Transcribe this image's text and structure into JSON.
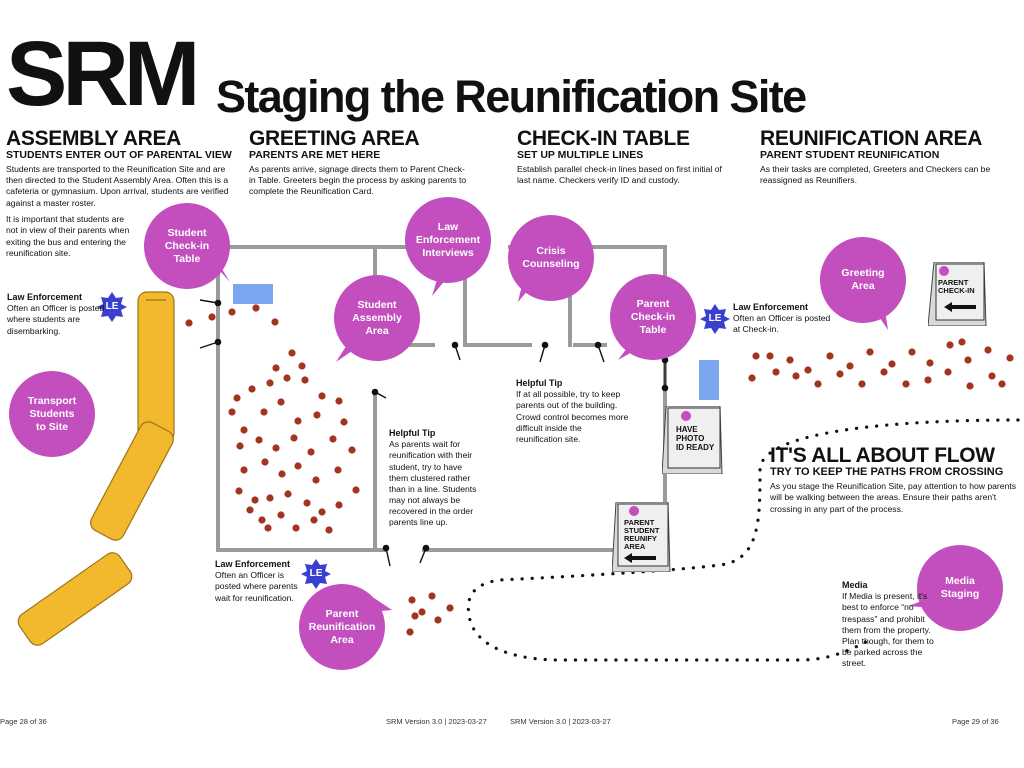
{
  "header": {
    "brand": "SRM",
    "title": "Staging the Reunification Site"
  },
  "sections": {
    "assembly": {
      "heading": "ASSEMBLY AREA",
      "subheading": "STUDENTS ENTER OUT OF PARENTAL VIEW",
      "body1": "Students are transported to the Reunification Site and are then directed to the Student Assembly Area. Often this is a cafeteria or gymnasium. Upon arrival, students are verified against a master roster.",
      "body2": "It is important that students are not in view of their parents when exiting the bus and entering the reunification site."
    },
    "greeting": {
      "heading": "GREETING AREA",
      "subheading": "PARENTS ARE MET HERE",
      "body": "As parents arrive, signage directs them to Parent Check-in Table. Greeters begin the process by asking parents to complete the Reunification Card."
    },
    "checkin": {
      "heading": "CHECK-IN TABLE",
      "subheading": "SET UP MULTIPLE LINES",
      "body": "Establish parallel check-in lines based on first initial of last name. Checkers verify ID and custody."
    },
    "reunification": {
      "heading": "REUNIFICATION AREA",
      "subheading": "PARENT STUDENT REUNIFICATION",
      "body": "As their tasks are completed, Greeters and Checkers can be reassigned as Reunifiers."
    }
  },
  "notes": {
    "le_bus": {
      "heading": "Law Enforcement",
      "body": "Often an Officer is posted where students are disembarking."
    },
    "le_checkin": {
      "heading": "Law Enforcement",
      "body": "Often an Officer is posted at Check-in."
    },
    "le_parent": {
      "heading": "Law Enforcement",
      "body": "Often an Officer is posted where parents wait for reunification."
    },
    "tip1": {
      "heading": "Helpful Tip",
      "body": "As parents wait for reunification with their student, try to have them clustered rather than in a line. Students may not always be recovered in the order parents line up."
    },
    "tip2": {
      "heading": "Helpful Tip",
      "body": "If at all possible, try to keep parents out of the building. Crowd control becomes more difficult inside the reunification site."
    },
    "media": {
      "heading": "Media",
      "body": "If Media is present, it's best to enforce “no trespass” and prohibit them from the property. Plan though, for them to be parked across the street."
    }
  },
  "flow": {
    "heading": "IT'S ALL ABOUT FLOW",
    "subheading": "TRY TO KEEP THE PATHS FROM CROSSING",
    "body": "As you stage the Reunification Site, pay attention to how parents will be walking between the areas. Ensure their paths aren't crossing in any part of the process."
  },
  "bubbles": {
    "student_checkin": [
      "Student",
      "Check-in",
      "Table"
    ],
    "law_interviews": [
      "Law",
      "Enforcement",
      "Interviews"
    ],
    "crisis": [
      "Crisis",
      "Counseling"
    ],
    "student_assembly": [
      "Student",
      "Assembly",
      "Area"
    ],
    "parent_checkin": [
      "Parent",
      "Check-in",
      "Table"
    ],
    "greeting": [
      "Greeting",
      "Area"
    ],
    "transport": [
      "Transport",
      "Students",
      "to Site"
    ],
    "parent_reunification": [
      "Parent",
      "Reunification",
      "Area"
    ],
    "media": [
      "Media",
      "Staging"
    ]
  },
  "badges": {
    "le": "LE"
  },
  "signs": {
    "parent_checkin": [
      "PARENT",
      "CHECK-IN"
    ],
    "photo_id": [
      "HAVE",
      "PHOTO",
      "ID READY"
    ],
    "reunify": [
      "PARENT",
      "STUDENT",
      "REUNIFY",
      "AREA"
    ]
  },
  "footer": {
    "left_page": "Page 28 of 36",
    "version_left": "SRM Version 3.0 | 2023-03-27",
    "version_right": "SRM Version 3.0 | 2023-03-27",
    "right_page": "Page 29 of 36"
  },
  "colors": {
    "bubble": "#c24fbd",
    "badge": "#3b3fd0",
    "dots": "#a3341f",
    "bus": "#f2b82e",
    "wall": "#9a9a9a",
    "table": "#7aa7ef",
    "sign": "#e9e9e9"
  }
}
